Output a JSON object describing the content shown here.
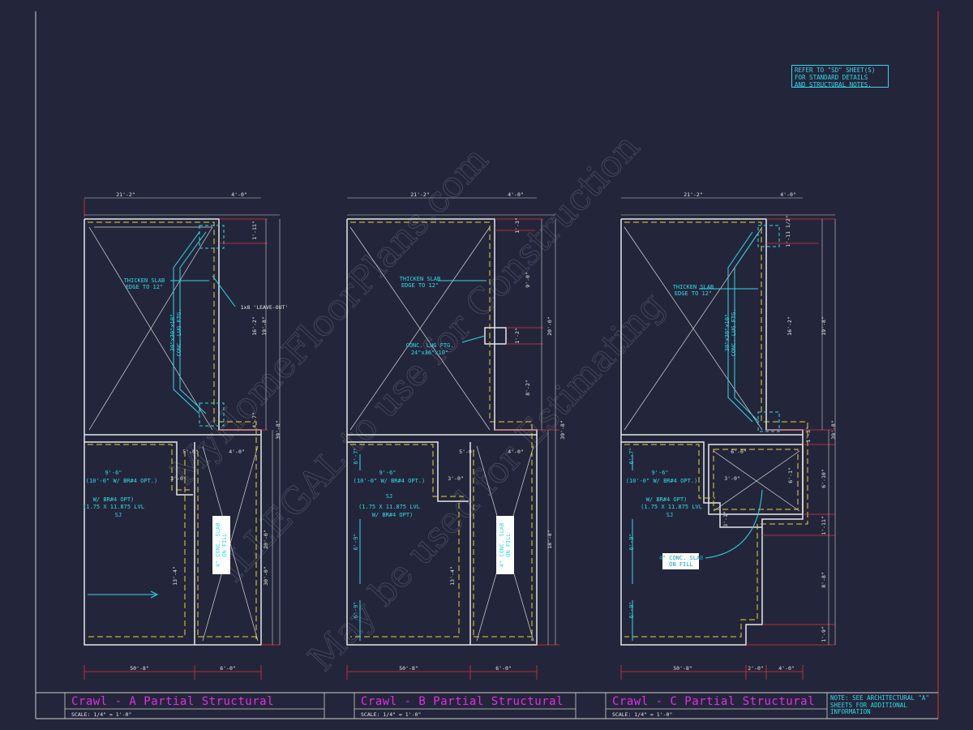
{
  "header_note": [
    "REFER TO \"SD\" SHEET(S)",
    "FOR STANDARD DETAILS",
    "AND STRUCTURAL NOTES."
  ],
  "watermark": [
    "MyHomeFloorPlans.com",
    "ILLEGAL to use for Construction",
    "May be used for Estimating"
  ],
  "plans": [
    {
      "title": "Crawl - A Partial Structural",
      "scale": "SCALE: 1/4\" = 1'-0\"",
      "dims_top": [
        "21'-2\"",
        "4'-0\""
      ],
      "dims_bottom": [
        "50'-8\"",
        "6'-0\""
      ],
      "dims_right": [
        "1'-11\"",
        "16'-2\"",
        "19'-8\"",
        "4'-7\"",
        "39'-8\"",
        "20'-0\""
      ],
      "labels": [
        "THICKEN SLAB",
        "EDGE TO 12\"",
        "1x8 'LEAVE-OUT'",
        "30\"x30\"x10\"",
        "CONC. LUG FTG.",
        "9'-6\"",
        "(10'-0\" W/ BR#4 OPT.)",
        "W/ BR#4 OPT)",
        "(1.75 X 11.875 LVL",
        "SJ",
        "5'-0\"",
        "4'-0\"",
        "3'-0\"",
        "13'-4\"",
        "30'-0\""
      ],
      "slab_label": [
        "4\" CONC. SLAB",
        "ON FILL"
      ]
    },
    {
      "title": "Crawl - B Partial Structural",
      "scale": "SCALE: 1/4\" = 1'-0\"",
      "dims_top": [
        "21'-2\"",
        "4'-0\""
      ],
      "dims_bottom": [
        "50'-8\"",
        "6'-0\""
      ],
      "dims_right": [
        "1'-3\"",
        "9'-0\"",
        "1'-2\"",
        "8'-2\"",
        "20'-0\"",
        "39'-8\"",
        "18'-8\""
      ],
      "labels": [
        "THICKEN SLAB",
        "EDGE TO 12\"",
        "CONC. LUG FTG.",
        "24\"x36\"x10\"",
        "9'-6\"",
        "(10'-0\" W/ BR#4 OPT.)",
        "SJ",
        "(1.75 X 11.875 LVL",
        "W/ BR#4 OPT)",
        "5'-0\"",
        "4'-0\"",
        "3'-0\"",
        "6'-7\"",
        "6'-9\"",
        "6'-9\"",
        "13'-4\""
      ],
      "slab_label": [
        "4\" CONC. SLAB",
        "ON FILL"
      ]
    },
    {
      "title": "Crawl - C Partial Structural",
      "scale": "SCALE: 1/4\" = 1'-0\"",
      "dims_top": [
        "21'-2\"",
        "4'-0\""
      ],
      "dims_bottom": [
        "50'-8\"",
        "2'-0\"",
        "4'-0\""
      ],
      "dims_right": [
        "1'-11 1/2\"",
        "16'-2\"",
        "19'-8\"",
        "1'-3\"",
        "6'-10\"",
        "1'-11\"",
        "8'-8\"",
        "1'-9\"",
        "39'-8\""
      ],
      "labels": [
        "THICKEN SLAB",
        "EDGE TO 12\"",
        "30\"x30\"x10\"",
        "CONC. LUG FTG.",
        "9'-6\"",
        "(10'-0\" W/ BR#4 OPT.)",
        "W/ BR#4 OPT)",
        "(1.75 X 11.875 LVL",
        "SJ",
        "6'-0\"",
        "3'-0\"",
        "6'-7\"",
        "6'-9\"",
        "6'-9\"",
        "3'-1\"",
        "6'-1\""
      ],
      "slab_label": [
        "4\" CONC. SLAB",
        "ON FILL"
      ]
    }
  ],
  "bottom_note": [
    "NOTE: SEE ARCHITECTURAL \"A\"",
    "SHEETS FOR ADDITIONAL",
    "INFORMATION"
  ],
  "colors": {
    "background": "#23263a",
    "cyan": "#34d8e8",
    "yellow": "#e8d23a",
    "red": "#e0303a",
    "magenta": "#e62ce6",
    "white": "#e6e6e6"
  }
}
